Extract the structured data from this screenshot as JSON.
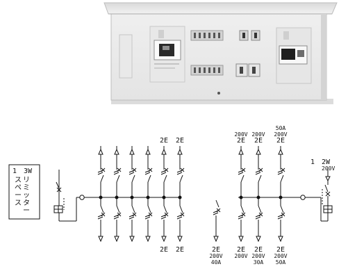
{
  "limiter_box": {
    "top_line": "1　3W",
    "col1": [
      "リ",
      "ミ",
      "ッ",
      "タ",
      "ー"
    ],
    "col2": [
      "ス",
      "ペ",
      "ー",
      "ス"
    ]
  },
  "right_input": {
    "line1": "1　2W",
    "line2": "200V"
  },
  "left_bank": {
    "top_labels": [
      "2E",
      "2E"
    ],
    "bottom_labels": [
      "2E",
      "2E"
    ]
  },
  "right_bank": {
    "top_labels": [
      {
        "lines": [
          "200V",
          "2E"
        ]
      },
      {
        "lines": [
          "200V",
          "2E"
        ]
      },
      {
        "lines": [
          "50A",
          "200V",
          "2E"
        ]
      }
    ],
    "bottom_labels": [
      {
        "lines": [
          "2E",
          "200V",
          "40A"
        ]
      },
      {
        "lines": [
          "2E",
          "200V"
        ]
      },
      {
        "lines": [
          "2E",
          "200V",
          "30A"
        ]
      },
      {
        "lines": [
          "2E",
          "200V",
          "50A"
        ]
      }
    ]
  }
}
